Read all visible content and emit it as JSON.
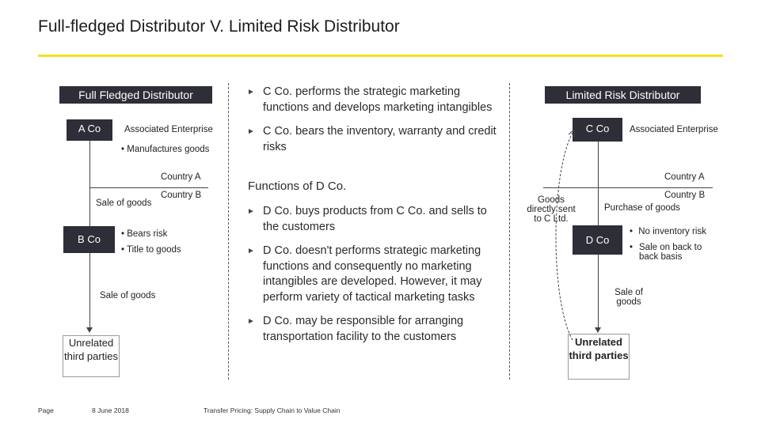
{
  "title": "Full-fledged Distributor V. Limited Risk Distributor",
  "left": {
    "header": "Full Fledged Distributor",
    "a_co": "A Co",
    "associated": "Associated Enterprise",
    "a_bullet": "Manufactures goods",
    "country_a": "Country A",
    "country_b": "Country B",
    "sale1": "Sale of goods",
    "b_co": "B Co",
    "b_bullets": [
      "Bears risk",
      "Title to goods"
    ],
    "sale2": "Sale of goods",
    "unrelated": "Unrelated third parties"
  },
  "middle": {
    "c_points": [
      "C Co. performs the strategic marketing functions and develops marketing intangibles",
      "C Co. bears the inventory, warranty and credit risks"
    ],
    "heading": "Functions of D Co.",
    "d_points": [
      "D Co. buys products from C Co. and sells to the customers",
      "D Co. doesn't performs strategic marketing functions and consequently no marketing intangibles are developed. However, it may perform variety of tactical marketing tasks",
      "D Co. may be responsible for arranging transportation facility to the customers"
    ]
  },
  "right": {
    "header": "Limited Risk Distributor",
    "c_co": "C Co",
    "associated": "Associated Enterprise",
    "country_a": "Country A",
    "country_b": "Country B",
    "goods_sent": "Goods directly sent to C Ltd.",
    "purchase": "Purchase of goods",
    "d_co": "D Co",
    "d_bullets": [
      "No inventory risk",
      "Sale on back to back basis"
    ],
    "sale": "Sale of goods",
    "unrelated": "Unrelated third parties"
  },
  "footer": {
    "page": "Page",
    "date": "8 June 2018",
    "doc": "Transfer Pricing: Supply Chain to Value Chain"
  }
}
